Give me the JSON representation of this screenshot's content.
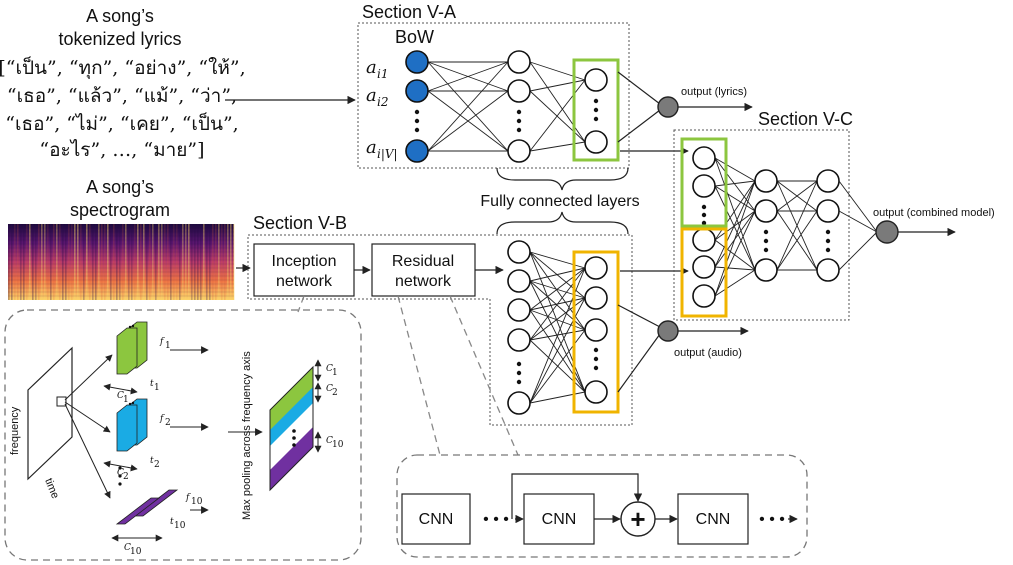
{
  "lyrics_block": {
    "title_line1": "A song’s",
    "title_line2": "tokenized lyrics",
    "lines": [
      "[“เป็น”, “ทุก”, “อย่าง”, “ให้”,",
      "“เธอ”, “แล้ว”, “แม้”, “ว่า”,",
      "“เธอ”, “ไม่”, “เคย”, “เป็น”,",
      "“อะไร”, …, “มาย”]"
    ]
  },
  "spectrogram_block": {
    "title_line1": "A song’s",
    "title_line2": "spectrogram"
  },
  "sections": {
    "a": "Section V-A",
    "b": "Section V-B",
    "c": "Section V-C"
  },
  "bow": {
    "label": "BoW",
    "inputs": [
      {
        "base": "a",
        "sub": "i1"
      },
      {
        "base": "a",
        "sub": "i2"
      },
      {
        "base": "a",
        "sub": "i|V|"
      }
    ]
  },
  "fully_connected_label": "Fully connected layers",
  "modules": {
    "inception_line1": "Inception",
    "inception_line2": "network",
    "residual_line1": "Residual",
    "residual_line2": "network"
  },
  "outputs": {
    "lyrics": "output (lyrics)",
    "audio": "output (audio)",
    "combined": "output (combined model)"
  },
  "inception_detail": {
    "axis_frequency": "frequency",
    "axis_time": "time",
    "pooling_label": "Max pooling across frequency axis",
    "filters": [
      {
        "f": "f",
        "f_sub": "1",
        "t": "t",
        "t_sub": "1",
        "c": "C",
        "c_sub": "1",
        "color": "#8cc63f"
      },
      {
        "f": "f",
        "f_sub": "2",
        "t": "t",
        "t_sub": "2",
        "c": "C",
        "c_sub": "2",
        "color": "#1aabe4"
      },
      {
        "f": "f",
        "f_sub": "10",
        "t": "t",
        "t_sub": "10",
        "c": "C",
        "c_sub": "10",
        "color": "#7030a0"
      }
    ],
    "output_labels": [
      {
        "c": "C",
        "c_sub": "1"
      },
      {
        "c": "C",
        "c_sub": "2"
      },
      {
        "c": "C",
        "c_sub": "10"
      }
    ]
  },
  "residual_detail": {
    "cnn_label": "CNN",
    "add_symbol": "+",
    "ellipsis": "• • •"
  },
  "colors": {
    "input_node": "#1f6fc4",
    "output_node": "#7a7a7a",
    "lyrics_highlight": "#8cc63f",
    "audio_highlight": "#f0b400"
  }
}
